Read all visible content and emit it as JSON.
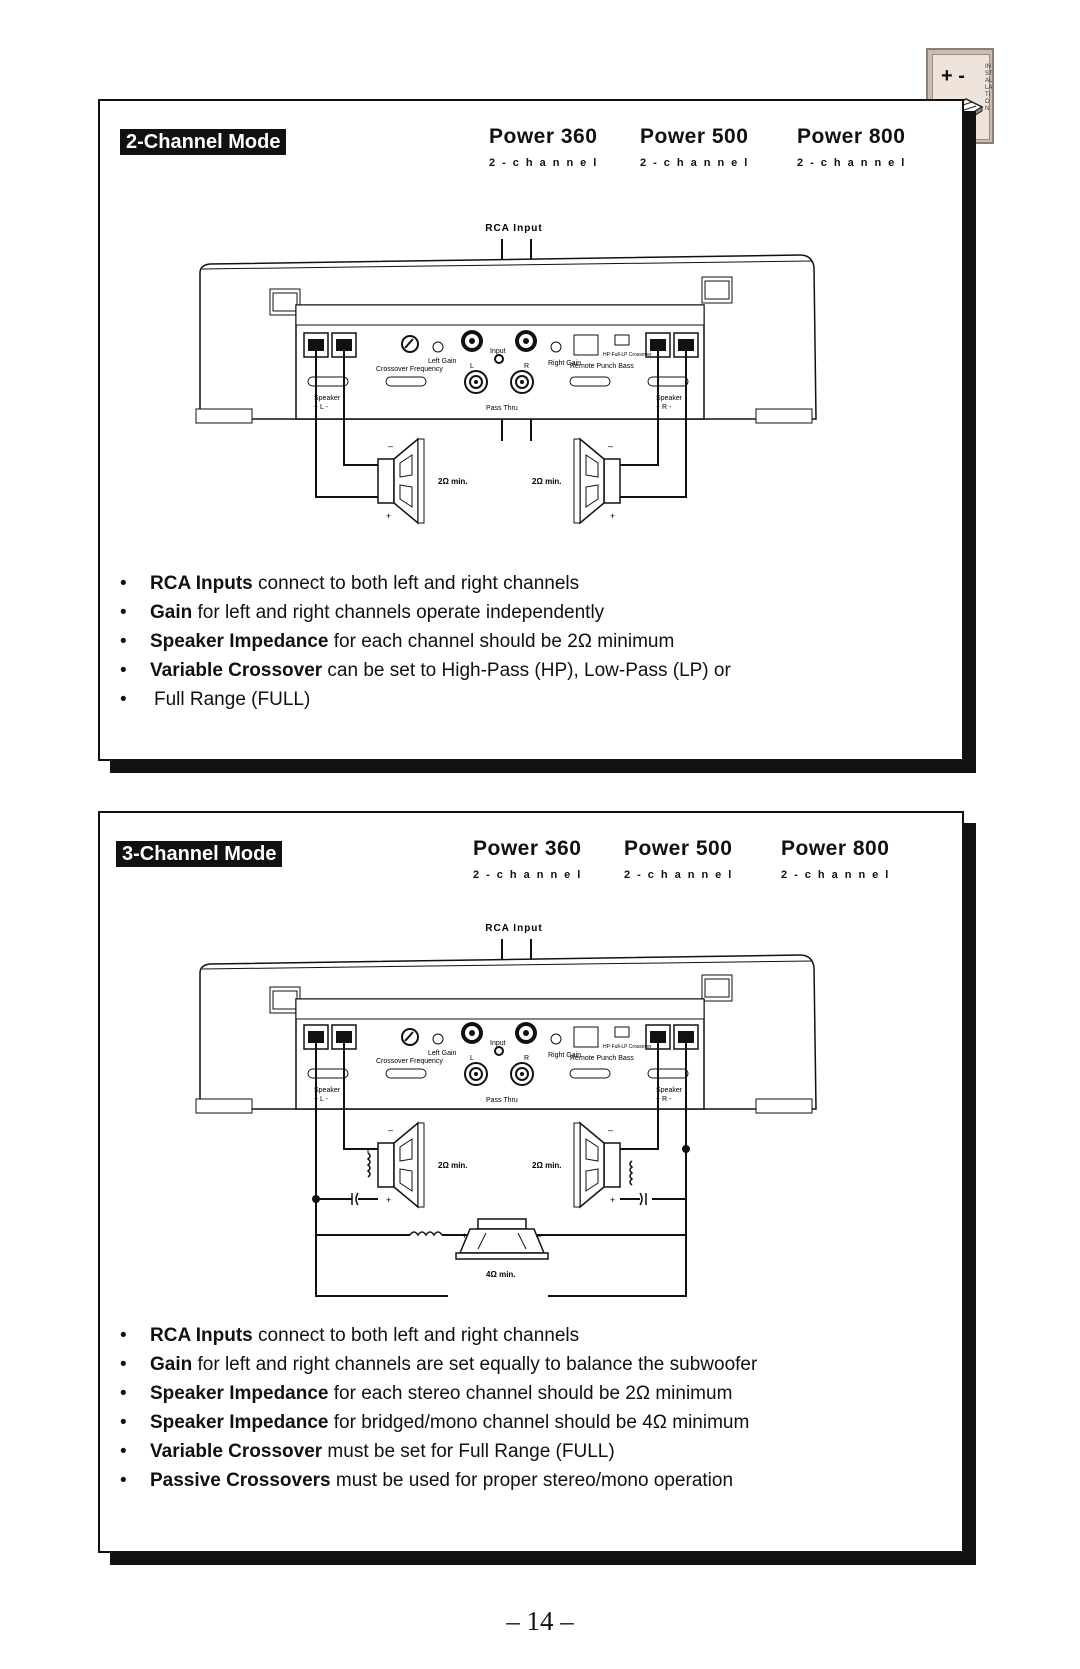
{
  "corner_tab": {
    "symbols": "+ -",
    "label": "INSTALLATION"
  },
  "panels": [
    {
      "title": "2-Channel Mode",
      "models": [
        {
          "name": "Power 360",
          "sub": "2-channel"
        },
        {
          "name": "Power 500",
          "sub": "2-channel"
        },
        {
          "name": "Power 800",
          "sub": "2-channel"
        }
      ],
      "diagram": {
        "rca_label": "RCA Input",
        "left_gain": "Left Gain",
        "crossover_frequency": "Crossover Frequency",
        "input": "Input",
        "input_l": "L",
        "input_r": "R",
        "right_gain": "Right Gain",
        "remote_punch_bass": "Remote Punch Bass",
        "crossover_switch": "HP-Full-LP Crossover",
        "pass_thru": "Pass Thru",
        "speaker_left": "Speaker",
        "speaker_left_polarity": "+ L -",
        "speaker_right": "Speaker",
        "speaker_right_polarity": "+ R -",
        "left_speaker_min": "2Ω min.",
        "right_speaker_min": "2Ω min.",
        "minus": "–",
        "plus": "+"
      },
      "bullets": [
        {
          "bold": "RCA Inputs",
          "text": " connect to both left and right channels"
        },
        {
          "bold": "Gain",
          "text": " for left and right channels operate independently"
        },
        {
          "bold": "Speaker Impedance",
          "text": " for each channel should be 2Ω minimum"
        },
        {
          "bold": "Variable Crossover",
          "text": " can be set to High-Pass (HP), Low-Pass (LP) or"
        }
      ],
      "continuation": "Full Range (FULL)"
    },
    {
      "title": "3-Channel Mode",
      "models": [
        {
          "name": "Power 360",
          "sub": "2-channel"
        },
        {
          "name": "Power 500",
          "sub": "2-channel"
        },
        {
          "name": "Power 800",
          "sub": "2-channel"
        }
      ],
      "diagram": {
        "rca_label": "RCA Input",
        "left_gain": "Left Gain",
        "crossover_frequency": "Crossover Frequency",
        "input": "Input",
        "input_l": "L",
        "input_r": "R",
        "right_gain": "Right Gain",
        "remote_punch_bass": "Remote Punch Bass",
        "crossover_switch": "HP-Full-LP Crossover",
        "pass_thru": "Pass Thru",
        "speaker_left": "Speaker",
        "speaker_left_polarity": "+ L -",
        "speaker_right": "Speaker",
        "speaker_right_polarity": "+ R -",
        "left_speaker_min": "2Ω min.",
        "right_speaker_min": "2Ω min.",
        "sub_min": "4Ω min.",
        "minus": "–",
        "plus": "+"
      },
      "bullets": [
        {
          "bold": "RCA Inputs",
          "text": " connect to both left and right channels"
        },
        {
          "bold": "Gain",
          "text": " for left and right channels are set equally to balance the subwoofer"
        },
        {
          "bold": "Speaker Impedance",
          "text": " for each stereo channel should be 2Ω minimum"
        },
        {
          "bold": "Speaker Impedance",
          "text": " for bridged/mono channel should be 4Ω minimum"
        },
        {
          "bold": "Variable Crossover",
          "text": " must be set for Full Range (FULL)"
        },
        {
          "bold": "Passive Crossovers",
          "text": " must be used for proper stereo/mono operation"
        }
      ]
    }
  ],
  "page_number": "– 14 –"
}
